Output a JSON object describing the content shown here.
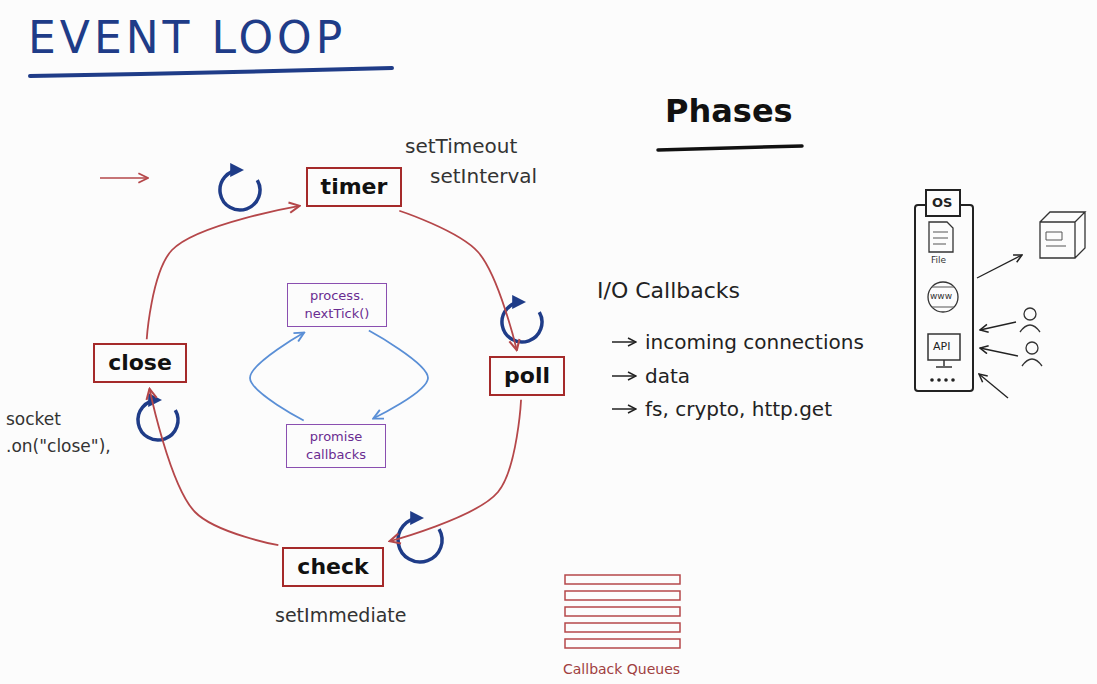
{
  "diagram": {
    "title": "EVENT LOOP",
    "nodes": [
      {
        "text": [
          "timer"
        ]
      },
      {
        "text": [
          "poll"
        ]
      },
      {
        "text": [
          "check"
        ]
      },
      {
        "text": [
          "close"
        ]
      },
      {
        "text": [
          "process. nextTick()"
        ]
      },
      {
        "text": [
          "promise callbacks"
        ]
      }
    ],
    "edges": [
      {
        "from": 0,
        "to": 1,
        "arrow": "to"
      },
      {
        "from": 1,
        "to": 2,
        "arrow": "to"
      },
      {
        "from": 2,
        "to": 3,
        "arrow": "to"
      },
      {
        "from": 3,
        "to": 0,
        "arrow": "to"
      },
      {
        "from": 4,
        "to": 5,
        "arrow": "to"
      },
      {
        "from": 5,
        "to": 4,
        "arrow": "to"
      }
    ],
    "labels": [
      "setTimeout",
      "setInterval",
      "Phases",
      "OS",
      "File",
      "www",
      "API",
      "I/O Callbacks",
      "incoming connections",
      "data",
      "fs, crypto, http.get",
      "socket .on(\"close\"),",
      "setImmediate",
      "Callback Queues"
    ]
  }
}
